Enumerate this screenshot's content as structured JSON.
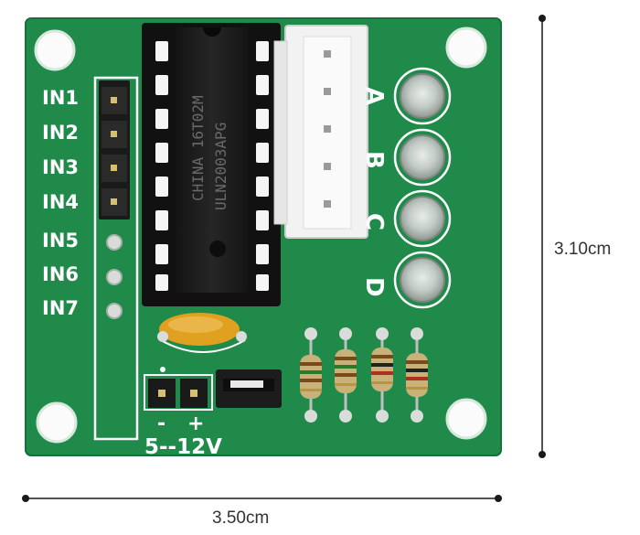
{
  "board": {
    "input_labels": [
      "IN1",
      "IN2",
      "IN3",
      "IN4",
      "IN5",
      "IN6",
      "IN7"
    ],
    "phase_labels": [
      "A",
      "B",
      "C",
      "D"
    ],
    "chip_markings": [
      "CHINA 16T02M",
      "ULN2003APG"
    ],
    "power_polarity": [
      "-",
      "+"
    ],
    "voltage_label": "5--12V",
    "colors": {
      "pcb": "#1f8a4a",
      "chip": "#1c1c1c",
      "connector": "#f2f2f2",
      "capacitor": "#e0a020",
      "resistor_body": "#c9b27a"
    }
  },
  "dimensions": {
    "height": "3.10cm",
    "width": "3.50cm"
  }
}
